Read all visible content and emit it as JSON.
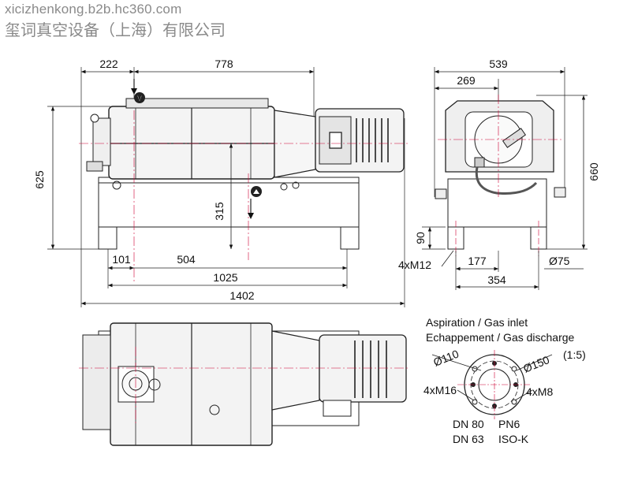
{
  "watermark": {
    "url": "xicizhenkong.b2b.hc360.com",
    "company": "玺词真空设备（上海）有限公司"
  },
  "front_view": {
    "dims": {
      "left_overhang": "222",
      "body_length": "778",
      "height": "625",
      "axis_height": "315",
      "foot_offset": "101",
      "foot_hole_span": "504",
      "frame_length": "1025",
      "total_length": "1402"
    }
  },
  "side_view": {
    "dims": {
      "total_width": "539",
      "half_width": "269",
      "height": "660",
      "foot_height": "90",
      "bolt_spec": "4xM12",
      "hole_offset": "177",
      "foot_span": "354",
      "hole_dia": "Ø75"
    }
  },
  "flange": {
    "line1": "Aspiration / Gas inlet",
    "line2": "Echappement / Gas discharge",
    "scale": "(1:5)",
    "dia_inner": "Ø110",
    "dia_outer": "Ø150",
    "bolts_inner": "4xM16",
    "bolts_outer": "4xM8",
    "spec1_dn": "DN 80",
    "spec1_pn": "PN6",
    "spec2_dn": "DN 63",
    "spec2_iso": "ISO-K"
  },
  "markers": {
    "v_label": "V"
  }
}
